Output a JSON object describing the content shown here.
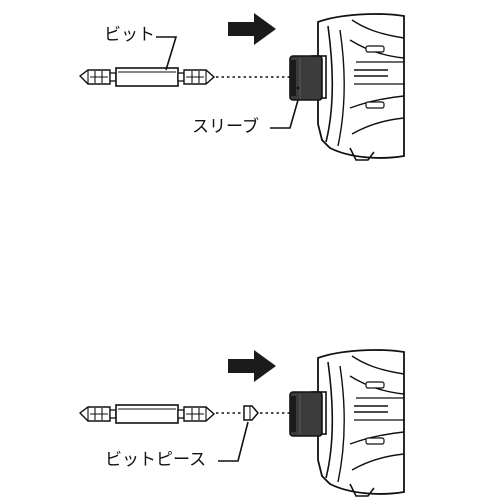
{
  "diagram": {
    "labels": {
      "bit": "ビット",
      "sleeve": "スリーブ",
      "bit_piece": "ビットピース"
    },
    "colors": {
      "stroke": "#111111",
      "fill_white": "#ffffff",
      "sleeve_fill": "#3c3c3c",
      "sleeve_ring": "#1a1a1a",
      "arrow": "#1b1b1b"
    },
    "icons": [
      "push-arrow-icon",
      "screwdriver-bit-icon",
      "sleeve-icon",
      "impact-driver-icon",
      "bit-piece-icon"
    ]
  }
}
